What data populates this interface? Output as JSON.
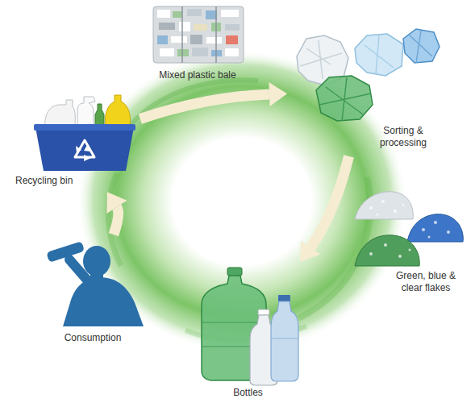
{
  "diagram": {
    "nodes": [
      {
        "text": [
          "Mixed plastic bale"
        ]
      },
      {
        "text": [
          "Recycling bin"
        ]
      },
      {
        "text": [
          "Sorting & processing"
        ]
      },
      {
        "text": [
          "Green, blue & clear flakes"
        ]
      },
      {
        "text": [
          "Consumption"
        ]
      },
      {
        "text": [
          "Bottles"
        ]
      }
    ],
    "edges": [
      {
        "from": 1,
        "to": 2,
        "arrow": "to"
      },
      {
        "from": 2,
        "to": 5,
        "arrow": "to"
      },
      {
        "from": 4,
        "to": 1,
        "arrow": "to"
      }
    ]
  }
}
